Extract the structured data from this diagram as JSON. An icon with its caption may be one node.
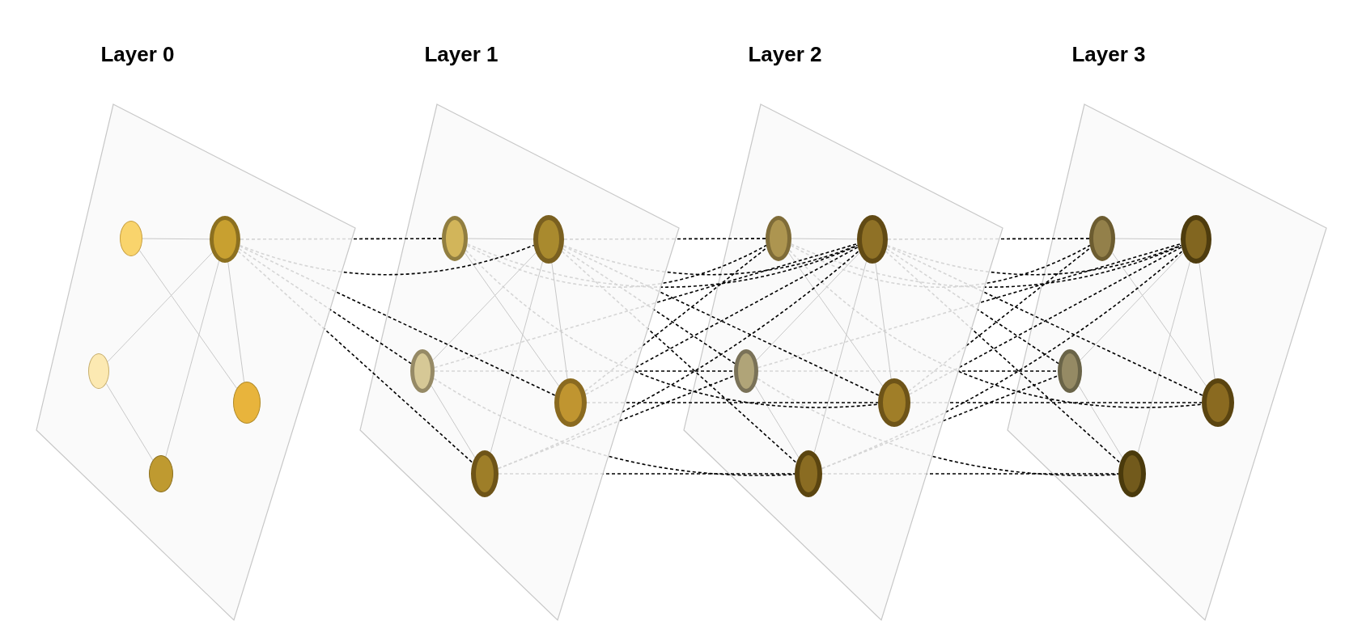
{
  "diagram": {
    "nodes": [
      {
        "text": [
          "Layer 0"
        ]
      },
      {
        "text": [],
        "shape": "circle",
        "in": 0
      },
      {
        "text": [],
        "shape": "circle",
        "in": 0
      },
      {
        "text": [],
        "shape": "circle",
        "in": 0
      },
      {
        "text": [],
        "shape": "circle",
        "in": 0
      },
      {
        "text": [],
        "shape": "circle",
        "in": 0
      },
      {
        "text": [
          "Layer 1"
        ]
      },
      {
        "text": [],
        "shape": "circle",
        "in": 6
      },
      {
        "text": [],
        "shape": "circle",
        "in": 6
      },
      {
        "text": [],
        "shape": "circle",
        "in": 6
      },
      {
        "text": [],
        "shape": "circle",
        "in": 6
      },
      {
        "text": [],
        "shape": "circle",
        "in": 6
      },
      {
        "text": [
          "Layer 2"
        ]
      },
      {
        "text": [],
        "shape": "circle",
        "in": 12
      },
      {
        "text": [],
        "shape": "circle",
        "in": 12
      },
      {
        "text": [],
        "shape": "circle",
        "in": 12
      },
      {
        "text": [],
        "shape": "circle",
        "in": 12
      },
      {
        "text": [],
        "shape": "circle",
        "in": 12
      },
      {
        "text": [
          "Layer 3"
        ]
      },
      {
        "text": [],
        "shape": "circle",
        "in": 18
      },
      {
        "text": [],
        "shape": "circle",
        "in": 18
      },
      {
        "text": [],
        "shape": "circle",
        "in": 18
      },
      {
        "text": [],
        "shape": "circle",
        "in": 18
      },
      {
        "text": [],
        "shape": "circle",
        "in": 18
      }
    ],
    "edges": [
      {
        "from": 1,
        "to": 2,
        "arrow": "none",
        "color": "#c8c8c8"
      },
      {
        "from": 1,
        "to": 4,
        "arrow": "none",
        "color": "#c8c8c8"
      },
      {
        "from": 2,
        "to": 3,
        "arrow": "none",
        "color": "#c8c8c8"
      },
      {
        "from": 2,
        "to": 4,
        "arrow": "none",
        "color": "#c8c8c8"
      },
      {
        "from": 2,
        "to": 5,
        "arrow": "none",
        "color": "#c8c8c8"
      },
      {
        "from": 3,
        "to": 5,
        "arrow": "none",
        "color": "#c8c8c8"
      },
      {
        "from": 7,
        "to": 8,
        "arrow": "none",
        "color": "#c8c8c8"
      },
      {
        "from": 7,
        "to": 10,
        "arrow": "none",
        "color": "#c8c8c8"
      },
      {
        "from": 8,
        "to": 9,
        "arrow": "none",
        "color": "#c8c8c8"
      },
      {
        "from": 8,
        "to": 10,
        "arrow": "none",
        "color": "#c8c8c8"
      },
      {
        "from": 8,
        "to": 11,
        "arrow": "none",
        "color": "#c8c8c8"
      },
      {
        "from": 9,
        "to": 11,
        "arrow": "none",
        "color": "#c8c8c8"
      },
      {
        "from": 13,
        "to": 14,
        "arrow": "none",
        "color": "#c8c8c8"
      },
      {
        "from": 13,
        "to": 16,
        "arrow": "none",
        "color": "#c8c8c8"
      },
      {
        "from": 14,
        "to": 15,
        "arrow": "none",
        "color": "#c8c8c8"
      },
      {
        "from": 14,
        "to": 16,
        "arrow": "none",
        "color": "#c8c8c8"
      },
      {
        "from": 14,
        "to": 17,
        "arrow": "none",
        "color": "#c8c8c8"
      },
      {
        "from": 15,
        "to": 17,
        "arrow": "none",
        "color": "#c8c8c8"
      },
      {
        "from": 19,
        "to": 20,
        "arrow": "none",
        "color": "#c8c8c8"
      },
      {
        "from": 19,
        "to": 22,
        "arrow": "none",
        "color": "#c8c8c8"
      },
      {
        "from": 20,
        "to": 21,
        "arrow": "none",
        "color": "#c8c8c8"
      },
      {
        "from": 20,
        "to": 22,
        "arrow": "none",
        "color": "#c8c8c8"
      },
      {
        "from": 20,
        "to": 23,
        "arrow": "none",
        "color": "#c8c8c8"
      },
      {
        "from": 21,
        "to": 23,
        "arrow": "none",
        "color": "#c8c8c8"
      },
      {
        "from": 2,
        "to": 7,
        "arrow": "none",
        "style": "dashed"
      },
      {
        "from": 2,
        "to": 8,
        "arrow": "none",
        "style": "dashed"
      },
      {
        "from": 2,
        "to": 9,
        "arrow": "none",
        "style": "dashed"
      },
      {
        "from": 2,
        "to": 10,
        "arrow": "none",
        "style": "dashed"
      },
      {
        "from": 2,
        "to": 11,
        "arrow": "none",
        "style": "dashed"
      },
      {
        "from": 7,
        "to": 13,
        "arrow": "none",
        "style": "dashed"
      },
      {
        "from": 7,
        "to": 14,
        "arrow": "none",
        "style": "dashed"
      },
      {
        "from": 7,
        "to": 16,
        "arrow": "none",
        "style": "dashed"
      },
      {
        "from": 8,
        "to": 13,
        "arrow": "none",
        "style": "dashed"
      },
      {
        "from": 8,
        "to": 14,
        "arrow": "none",
        "style": "dashed"
      },
      {
        "from": 8,
        "to": 15,
        "arrow": "none",
        "style": "dashed"
      },
      {
        "from": 8,
        "to": 16,
        "arrow": "none",
        "style": "dashed"
      },
      {
        "from": 8,
        "to": 17,
        "arrow": "none",
        "style": "dashed"
      },
      {
        "from": 9,
        "to": 14,
        "arrow": "none",
        "style": "dashed"
      },
      {
        "from": 9,
        "to": 15,
        "arrow": "none",
        "style": "dashed"
      },
      {
        "from": 9,
        "to": 17,
        "arrow": "none",
        "style": "dashed"
      },
      {
        "from": 10,
        "to": 13,
        "arrow": "none",
        "style": "dashed"
      },
      {
        "from": 10,
        "to": 14,
        "arrow": "none",
        "style": "dashed"
      },
      {
        "from": 10,
        "to": 16,
        "arrow": "none",
        "style": "dashed"
      },
      {
        "from": 11,
        "to": 14,
        "arrow": "none",
        "style": "dashed"
      },
      {
        "from": 11,
        "to": 15,
        "arrow": "none",
        "style": "dashed"
      },
      {
        "from": 11,
        "to": 17,
        "arrow": "none",
        "style": "dashed"
      },
      {
        "from": 13,
        "to": 19,
        "arrow": "none",
        "style": "dashed"
      },
      {
        "from": 13,
        "to": 20,
        "arrow": "none",
        "style": "dashed"
      },
      {
        "from": 13,
        "to": 22,
        "arrow": "none",
        "style": "dashed"
      },
      {
        "from": 14,
        "to": 19,
        "arrow": "none",
        "style": "dashed"
      },
      {
        "from": 14,
        "to": 20,
        "arrow": "none",
        "style": "dashed"
      },
      {
        "from": 14,
        "to": 21,
        "arrow": "none",
        "style": "dashed"
      },
      {
        "from": 14,
        "to": 22,
        "arrow": "none",
        "style": "dashed"
      },
      {
        "from": 14,
        "to": 23,
        "arrow": "none",
        "style": "dashed"
      },
      {
        "from": 15,
        "to": 20,
        "arrow": "none",
        "style": "dashed"
      },
      {
        "from": 15,
        "to": 21,
        "arrow": "none",
        "style": "dashed"
      },
      {
        "from": 15,
        "to": 23,
        "arrow": "none",
        "style": "dashed"
      },
      {
        "from": 16,
        "to": 19,
        "arrow": "none",
        "style": "dashed"
      },
      {
        "from": 16,
        "to": 20,
        "arrow": "none",
        "style": "dashed"
      },
      {
        "from": 16,
        "to": 22,
        "arrow": "none",
        "style": "dashed"
      },
      {
        "from": 17,
        "to": 20,
        "arrow": "none",
        "style": "dashed"
      },
      {
        "from": 17,
        "to": 21,
        "arrow": "none",
        "style": "dashed"
      },
      {
        "from": 17,
        "to": 23,
        "arrow": "none",
        "style": "dashed"
      }
    ]
  }
}
